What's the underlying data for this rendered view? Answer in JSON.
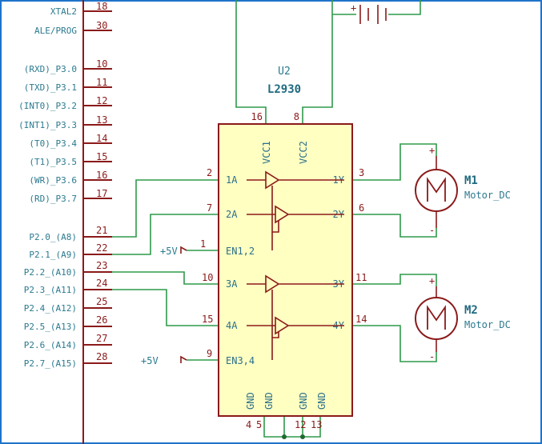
{
  "mcu": {
    "pins": [
      {
        "label": "XTAL2",
        "num": "18"
      },
      {
        "label": "ALE/PROG",
        "num": "30"
      },
      {
        "label": "(RXD)_P3.0",
        "num": "10"
      },
      {
        "label": "(TXD)_P3.1",
        "num": "11"
      },
      {
        "label": "(INT0)_P3.2",
        "num": "12"
      },
      {
        "label": "(INT1)_P3.3",
        "num": "13"
      },
      {
        "label": "(T0)_P3.4",
        "num": "14"
      },
      {
        "label": "(T1)_P3.5",
        "num": "15"
      },
      {
        "label": "(WR)_P3.6",
        "num": "16"
      },
      {
        "label": "(RD)_P3.7",
        "num": "17"
      },
      {
        "label": "P2.0_(A8)",
        "num": "21"
      },
      {
        "label": "P2.1_(A9)",
        "num": "22"
      },
      {
        "label": "P2.2_(A10)",
        "num": "23"
      },
      {
        "label": "P2.3_(A11)",
        "num": "24"
      },
      {
        "label": "P2.4_(A12)",
        "num": "25"
      },
      {
        "label": "P2.5_(A13)",
        "num": "26"
      },
      {
        "label": "P2.6_(A14)",
        "num": "27"
      },
      {
        "label": "P2.7_(A15)",
        "num": "28"
      }
    ]
  },
  "ic": {
    "ref": "U2",
    "value": "L2930",
    "top_pins": [
      {
        "name": "VCC1",
        "num": "16"
      },
      {
        "name": "VCC2",
        "num": "8"
      }
    ],
    "left_pins": [
      {
        "name": "1A",
        "num": "2"
      },
      {
        "name": "2A",
        "num": "7"
      },
      {
        "name": "EN1,2",
        "num": "1"
      },
      {
        "name": "3A",
        "num": "10"
      },
      {
        "name": "4A",
        "num": "15"
      },
      {
        "name": "EN3,4",
        "num": "9"
      }
    ],
    "right_pins": [
      {
        "name": "1Y",
        "num": "3"
      },
      {
        "name": "2Y",
        "num": "6"
      },
      {
        "name": "3Y",
        "num": "11"
      },
      {
        "name": "4Y",
        "num": "14"
      }
    ],
    "gnd_pins": [
      {
        "name": "GND",
        "num": "4"
      },
      {
        "name": "GND",
        "num": "5"
      },
      {
        "name": "GND",
        "num": "12"
      },
      {
        "name": "GND",
        "num": "13"
      }
    ]
  },
  "power": {
    "label1": "+5V",
    "label2": "+5V"
  },
  "motors": [
    {
      "ref": "M1",
      "value": "Motor_DC",
      "pin_plus": "+",
      "pin_minus": "-"
    },
    {
      "ref": "M2",
      "value": "Motor_DC",
      "pin_plus": "+",
      "pin_minus": "-"
    }
  ],
  "battery": {
    "plus": "+"
  },
  "colors": {
    "wire": "#2f9a4a",
    "component": "#8b1a1a",
    "ic_fill": "#ffffc2",
    "label": "#2b7a8f",
    "border": "#1f73c9"
  }
}
